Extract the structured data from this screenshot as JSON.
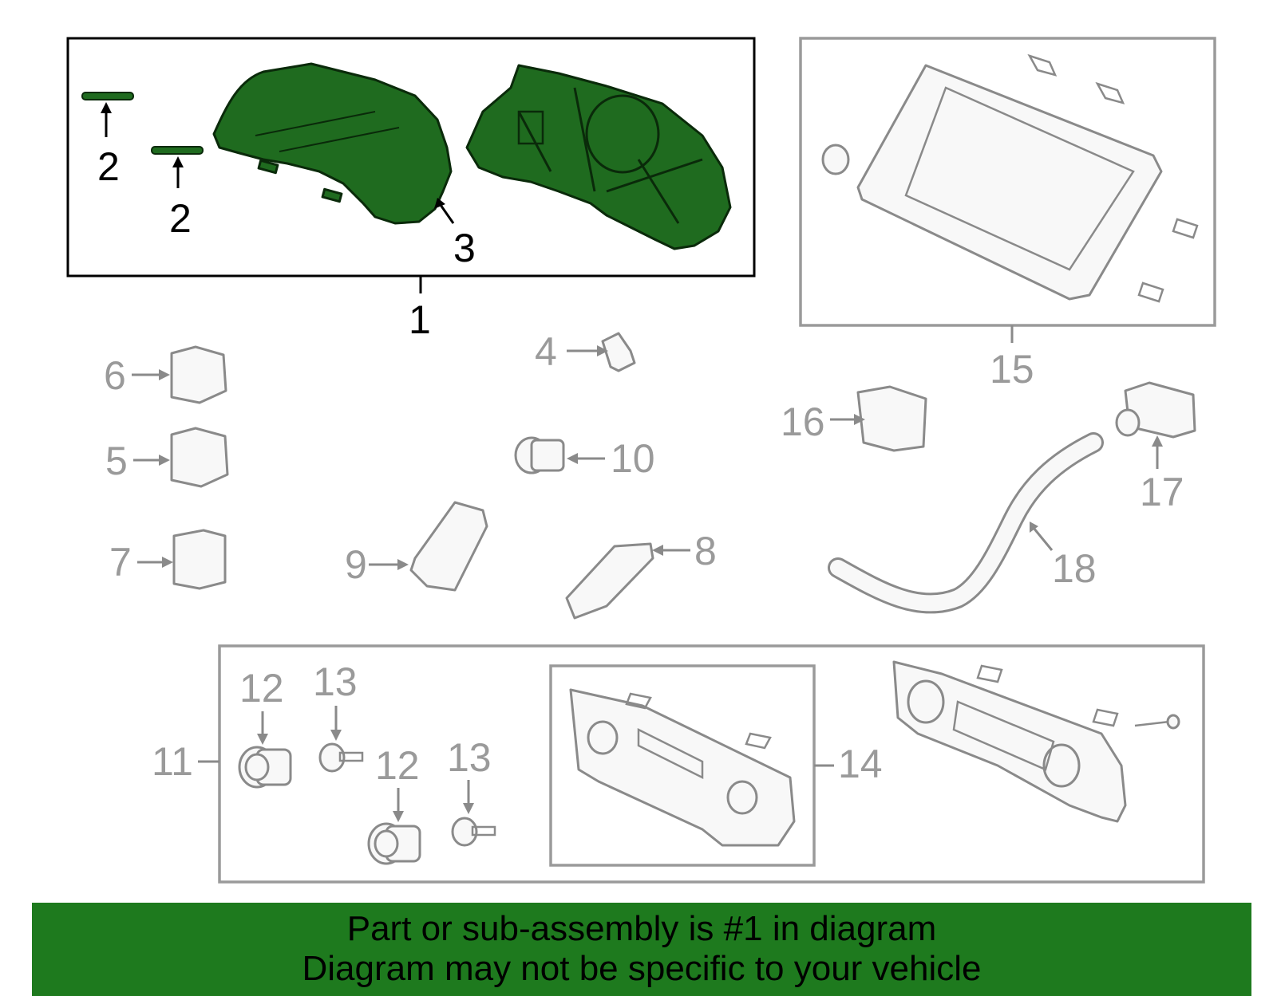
{
  "callouts": {
    "c1": "1",
    "c2a": "2",
    "c2b": "2",
    "c3": "3",
    "c4": "4",
    "c5": "5",
    "c6": "6",
    "c7": "7",
    "c8": "8",
    "c9": "9",
    "c10": "10",
    "c11": "11",
    "c12a": "12",
    "c12b": "12",
    "c13a": "13",
    "c13b": "13",
    "c14": "14",
    "c15": "15",
    "c16": "16",
    "c17": "17",
    "c18": "18"
  },
  "banner": {
    "line1": "Part or sub-assembly is #1 in diagram",
    "line2": "Diagram may not be specific to your vehicle"
  },
  "colors": {
    "highlight": "#1f6b1f",
    "banner": "#1e7a1e",
    "other_parts": "#8a8a8a"
  }
}
